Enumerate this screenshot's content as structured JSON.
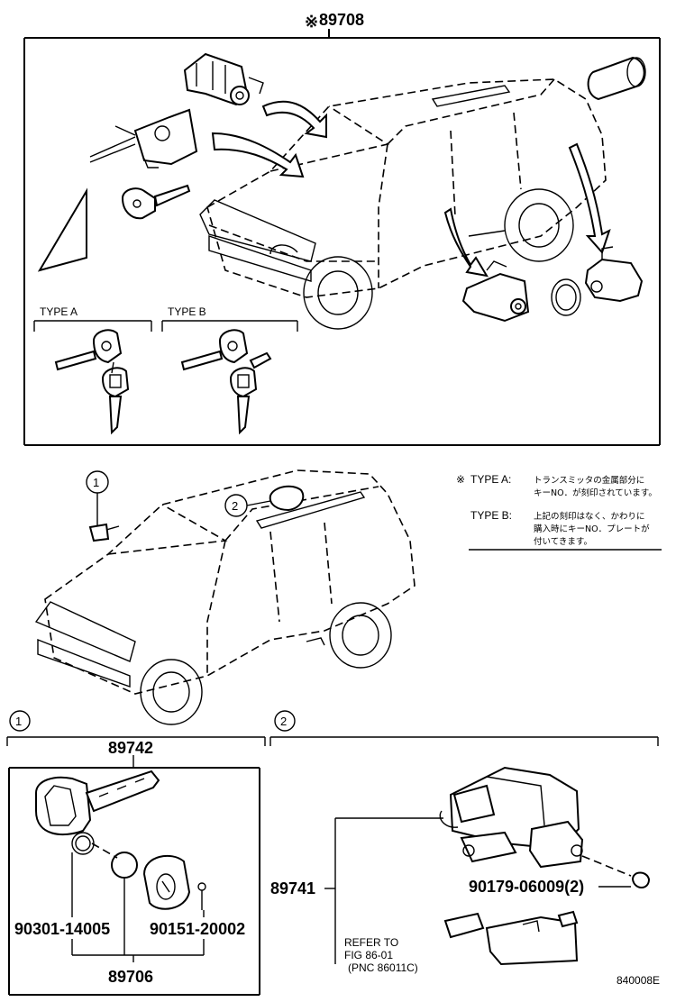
{
  "top_group": {
    "marker": "※",
    "part_number": "89708"
  },
  "type_labels": {
    "type_a": "TYPE  A",
    "type_b": "TYPE  B"
  },
  "callouts": {
    "one": "1",
    "two": "2"
  },
  "notes": {
    "marker": "※",
    "type_a_label": "TYPE  A:",
    "type_a_line1": "トランスミッタの金属部分に",
    "type_a_line2": "キーNO．が刻印されています。",
    "type_b_label": "TYPE  B:",
    "type_b_line1": "上記の刻印はなく、かわりに",
    "type_b_line2": "購入時にキーNO．プレートが",
    "type_b_line3": "付いてきます。"
  },
  "section1": {
    "marker": "1",
    "part_number": "89742",
    "left_part": "90301-14005",
    "right_part": "90151-20002",
    "bottom_part": "89706"
  },
  "section2": {
    "marker": "2",
    "main_part": "89741",
    "screw_part": "90179-06009(2)",
    "refer_line1": "REFER TO",
    "refer_line2": "FIG  86-01",
    "refer_line3": "(PNC  86011C)"
  },
  "drawing_id": "840008E"
}
